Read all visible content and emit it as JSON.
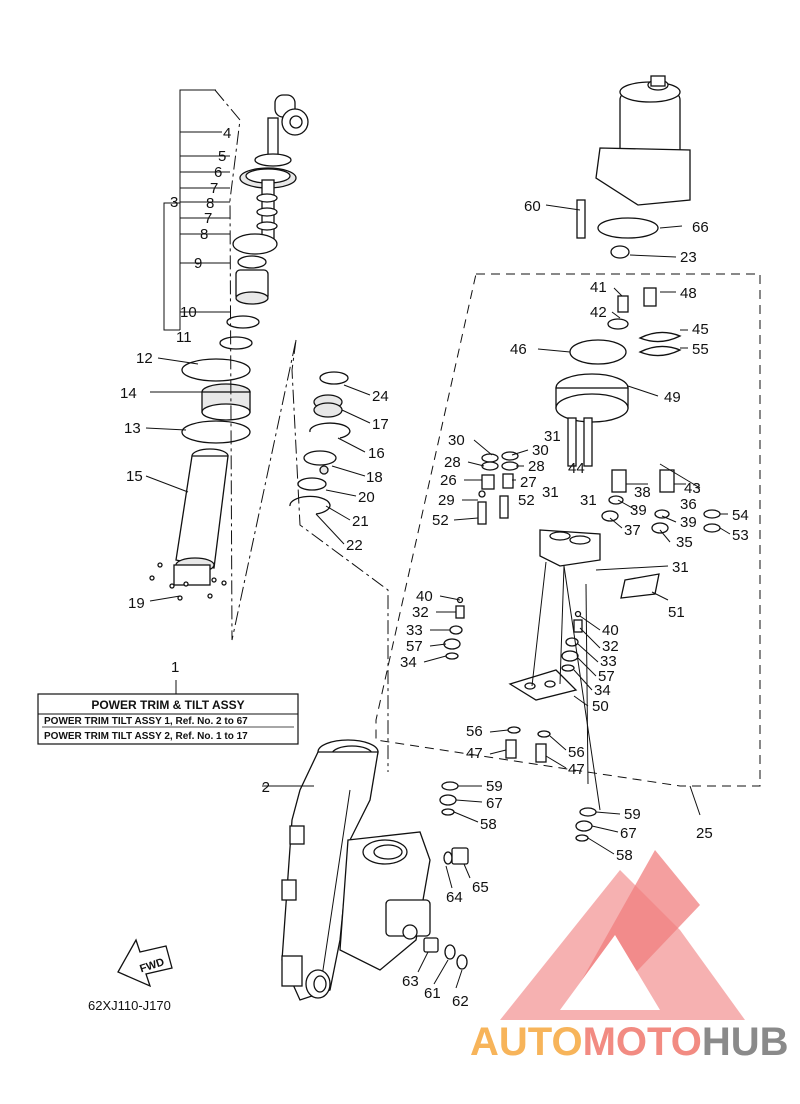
{
  "diagram": {
    "title_box": {
      "ref": "1",
      "title": "POWER TRIM & TILT ASSY",
      "line1": "POWER TRIM TILT ASSY 1,  Ref. No. 2 to 67",
      "line2": "POWER TRIM TILT ASSY 2,  Ref. No. 1 to 17"
    },
    "drawing_code": "62XJ110-J170",
    "fwd_label": "FWD",
    "watermark": {
      "part1": "AUTO",
      "part2": "MOTO",
      "part3": "HUB",
      "colors": {
        "auto": "#f7b45a",
        "moto": "#f28b82",
        "hub": "#8a8a8a",
        "logo": "#f4a3a3"
      }
    },
    "callouts": {
      "c2": "2",
      "c3": "3",
      "c4": "4",
      "c5": "5",
      "c6": "6",
      "c7a": "7",
      "c7b": "7",
      "c8a": "8",
      "c8b": "8",
      "c9": "9",
      "c10": "10",
      "c11": "11",
      "c12": "12",
      "c13": "13",
      "c14": "14",
      "c15": "15",
      "c16": "16",
      "c17": "17",
      "c18": "18",
      "c19": "19",
      "c20": "20",
      "c21": "21",
      "c22": "22",
      "c23": "23",
      "c24": "24",
      "c25": "25",
      "c26": "26",
      "c27": "27",
      "c28a": "28",
      "c28b": "28",
      "c29": "29",
      "c30a": "30",
      "c30b": "30",
      "c31a": "31",
      "c31b": "31",
      "c31c": "31",
      "c32a": "32",
      "c32b": "32",
      "c33a": "33",
      "c33b": "33",
      "c34a": "34",
      "c34b": "34",
      "c35": "35",
      "c36": "36",
      "c37": "37",
      "c38": "38",
      "c39a": "39",
      "c39b": "39",
      "c40a": "40",
      "c40b": "40",
      "c41": "41",
      "c42": "42",
      "c43": "43",
      "c44": "44",
      "c45": "45",
      "c46": "46",
      "c47a": "47",
      "c47b": "47",
      "c48": "48",
      "c49": "49",
      "c50": "50",
      "c51": "51",
      "c52a": "52",
      "c52b": "52",
      "c53": "53",
      "c54": "54",
      "c55": "55",
      "c56a": "56",
      "c56b": "56",
      "c57a": "57",
      "c57b": "57",
      "c58a": "58",
      "c58b": "58",
      "c59a": "59",
      "c59b": "59",
      "c60": "60",
      "c61": "61",
      "c62": "62",
      "c63": "63",
      "c64": "64",
      "c65": "65",
      "c66": "66",
      "c67a": "67",
      "c67b": "67"
    }
  }
}
